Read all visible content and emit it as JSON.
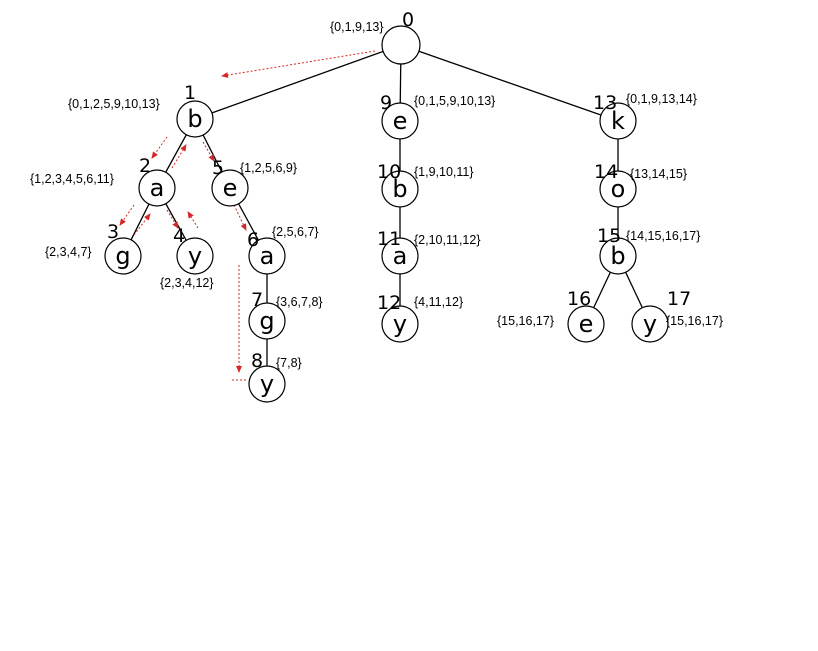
{
  "diagram": {
    "nodes": [
      {
        "id": 0,
        "index": "0",
        "letter": "",
        "set": "{0,1,9,13}"
      },
      {
        "id": 1,
        "index": "1",
        "letter": "b",
        "set": "{0,1,2,5,9,10,13}"
      },
      {
        "id": 2,
        "index": "2",
        "letter": "a",
        "set": "{1,2,3,4,5,6,11}"
      },
      {
        "id": 3,
        "index": "3",
        "letter": "g",
        "set": "{2,3,4,7}"
      },
      {
        "id": 4,
        "index": "4",
        "letter": "y",
        "set": "{2,3,4,12}"
      },
      {
        "id": 5,
        "index": "5",
        "letter": "e",
        "set": "{1,2,5,6,9}"
      },
      {
        "id": 6,
        "index": "6",
        "letter": "a",
        "set": "{2,5,6,7}"
      },
      {
        "id": 7,
        "index": "7",
        "letter": "g",
        "set": "{3,6,7,8}"
      },
      {
        "id": 8,
        "index": "8",
        "letter": "y",
        "set": "{7,8}"
      },
      {
        "id": 9,
        "index": "9",
        "letter": "e",
        "set": "{0,1,5,9,10,13}"
      },
      {
        "id": 10,
        "index": "10",
        "letter": "b",
        "set": "{1,9,10,11}"
      },
      {
        "id": 11,
        "index": "11",
        "letter": "a",
        "set": "{2,10,11,12}"
      },
      {
        "id": 12,
        "index": "12",
        "letter": "y",
        "set": "{4,11,12}"
      },
      {
        "id": 13,
        "index": "13",
        "letter": "k",
        "set": "{0,1,9,13,14}"
      },
      {
        "id": 14,
        "index": "14",
        "letter": "o",
        "set": "{13,14,15}"
      },
      {
        "id": 15,
        "index": "15",
        "letter": "b",
        "set": "{14,15,16,17}"
      },
      {
        "id": 16,
        "index": "16",
        "letter": "e",
        "set": "{15,16,17}"
      },
      {
        "id": 17,
        "index": "17",
        "letter": "y",
        "set": "{15,16,17}"
      }
    ],
    "edges": [
      [
        0,
        1
      ],
      [
        0,
        9
      ],
      [
        0,
        13
      ],
      [
        1,
        2
      ],
      [
        1,
        5
      ],
      [
        2,
        3
      ],
      [
        2,
        4
      ],
      [
        5,
        6
      ],
      [
        6,
        7
      ],
      [
        7,
        8
      ],
      [
        9,
        10
      ],
      [
        10,
        11
      ],
      [
        11,
        12
      ],
      [
        13,
        14
      ],
      [
        14,
        15
      ],
      [
        15,
        16
      ],
      [
        15,
        17
      ]
    ],
    "trace_color": "#d62728"
  }
}
